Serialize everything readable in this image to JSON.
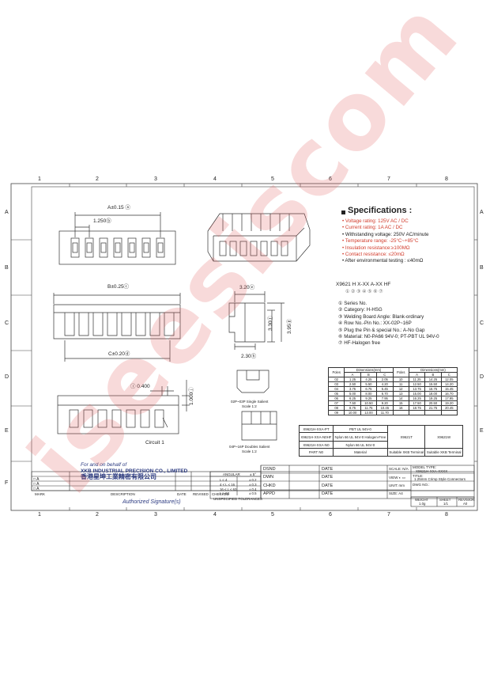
{
  "grid": {
    "cols": [
      "1",
      "2",
      "3",
      "4",
      "5",
      "6",
      "7",
      "8"
    ],
    "rows": [
      "A",
      "B",
      "C",
      "D",
      "E",
      "F"
    ]
  },
  "specs": {
    "title": "Specifications :",
    "items": [
      {
        "label": "Voltage rating: 125V AC / DC",
        "red": true
      },
      {
        "label": "Current rating: 1A  AC / DC",
        "red": true
      },
      {
        "label": "Withstanding voltage: 250V AC/minute",
        "red": false
      },
      {
        "label": "Temperature range: -25°C~+85°C",
        "red": true
      },
      {
        "label": "Insulation resistance:≥100MΩ",
        "red": true
      },
      {
        "label": "Contact resistance: ≤20mΩ",
        "red": true
      },
      {
        "label": "After environmental testing : ≤40mΩ",
        "red": false
      }
    ]
  },
  "part_code": {
    "code": "X9621 H X-XX A-XX HF",
    "markers": "① ② ③ ④ ⑤ ⑥ ⑦",
    "items": [
      "① Series No.",
      "② Category: H-HSG",
      "③ Welding Board Angle: Blank-ordinary",
      "④ Row No.-Pin No.: XX-02P~16P",
      "⑤ Plug the Pin & special No.: A-No Gap",
      "⑥ Material: N0-PA66 94V-0; PT-PBT  UL 94V-0",
      "⑦ HF-Halogen free"
    ]
  },
  "dimensions": {
    "a": "A±0.15 ⓐ",
    "pitch": "1.250ⓑ",
    "b": "B±0.25ⓒ",
    "c": "C±0.20ⓓ",
    "w320": "3.20ⓔ",
    "h330": "3.30ⓕ",
    "h395": "3.95ⓖ",
    "w230": "2.30ⓗ",
    "d0400": "ⓘ 0.400",
    "h1000": "1.000ⓙ",
    "circuit": "Circuit 1",
    "view1": "02P~03P  Single  Salient",
    "view1_scale": "Scale 1:2",
    "view2": "04P~16P  Doubles  Salient",
    "view2_scale": "Scale 1:2"
  },
  "dim_table": {
    "header_left": [
      "Poles",
      "A",
      "B",
      "C"
    ],
    "header_right": [
      "Poles",
      "A",
      "B",
      "C"
    ],
    "title": "Dimensions(mm)",
    "rows": [
      [
        "02",
        "1.25",
        "4.25",
        "2.05",
        "10",
        "11.25",
        "14.25",
        "12.05"
      ],
      [
        "03",
        "2.50",
        "5.50",
        "4.20",
        "11",
        "12.50",
        "15.50",
        "14.20"
      ],
      [
        "04",
        "3.75",
        "6.75",
        "5.45",
        "12",
        "13.75",
        "16.75",
        "15.45"
      ],
      [
        "05",
        "5.00",
        "8.00",
        "6.70",
        "13",
        "15.00",
        "18.00",
        "16.70"
      ],
      [
        "06",
        "6.25",
        "9.25",
        "7.95",
        "14",
        "16.25",
        "19.25",
        "17.95"
      ],
      [
        "07",
        "7.50",
        "10.50",
        "9.20",
        "15",
        "17.50",
        "20.50",
        "19.20"
      ],
      [
        "08",
        "8.75",
        "11.75",
        "10.45",
        "16",
        "18.75",
        "21.75",
        "20.45"
      ],
      [
        "09",
        "10.00",
        "13.00",
        "11.70",
        "",
        "",
        "",
        ""
      ]
    ]
  },
  "parts_table": {
    "rows": [
      [
        "X9621H-XXA-PT",
        "PBT UL 94V-0"
      ],
      [
        "X9621H-XXA-N0HF",
        "Nylon 66 UL 94V-0 Halogen-Free"
      ],
      [
        "X9621H-XXA-N0",
        "Nylon 66 UL 94V-0"
      ]
    ],
    "term1": "X9621T",
    "term2": "X9621W",
    "footer": [
      "PART N0",
      "Material",
      "Suitable XKB Terminal",
      "Suitable XKB Terminal"
    ]
  },
  "title_block": {
    "behalf": "For and on behalf of",
    "company": "XKB INDUSTRIAL PRECISION CO., LIMITED",
    "company_cn": "香港星坤工業精密有限公司",
    "signature": "Authorized Signature(s)",
    "dsnd": "DSND",
    "dwn": "DWN",
    "chkd": "CHKD",
    "appd": "APPD",
    "date": "DATE",
    "scale": "SCALE: N/A",
    "view": "VIEW",
    "unit": "UNIT:  mm",
    "size": "SIZE:  A4",
    "model_type_label": "MODEL TYPE:",
    "model_type": "X9621H-XXA-XXXX",
    "title_label": "TITLE:",
    "title": "1.25mm Crimp Style Connectors",
    "dwg_no": "DWG NO.:",
    "weight": "WEIGHT",
    "sheet": "SHEET",
    "revision": "REVISION",
    "weight_val": "1.0g",
    "sheet_val": "1/1",
    "rev_val": "A0",
    "tolerances": "UNSPECIFIED TOLERANCES",
    "angular": "ANGULAR",
    "angular_val": "± 5°",
    "tol_rows": [
      [
        "L ≤ 4",
        "± 0.2"
      ],
      [
        "4 < L ≤ 16",
        "± 0.3"
      ],
      [
        "16 < L ≤ 63",
        "± 0.4"
      ],
      [
        "L > 63",
        "± 0.5"
      ]
    ],
    "rev_marks": [
      "A",
      "A",
      "A"
    ],
    "rev_header": [
      "MARK",
      "DESCRIPTION",
      "DATE",
      "REVISED",
      "CHECKED"
    ]
  },
  "watermark": "iseesiscom"
}
